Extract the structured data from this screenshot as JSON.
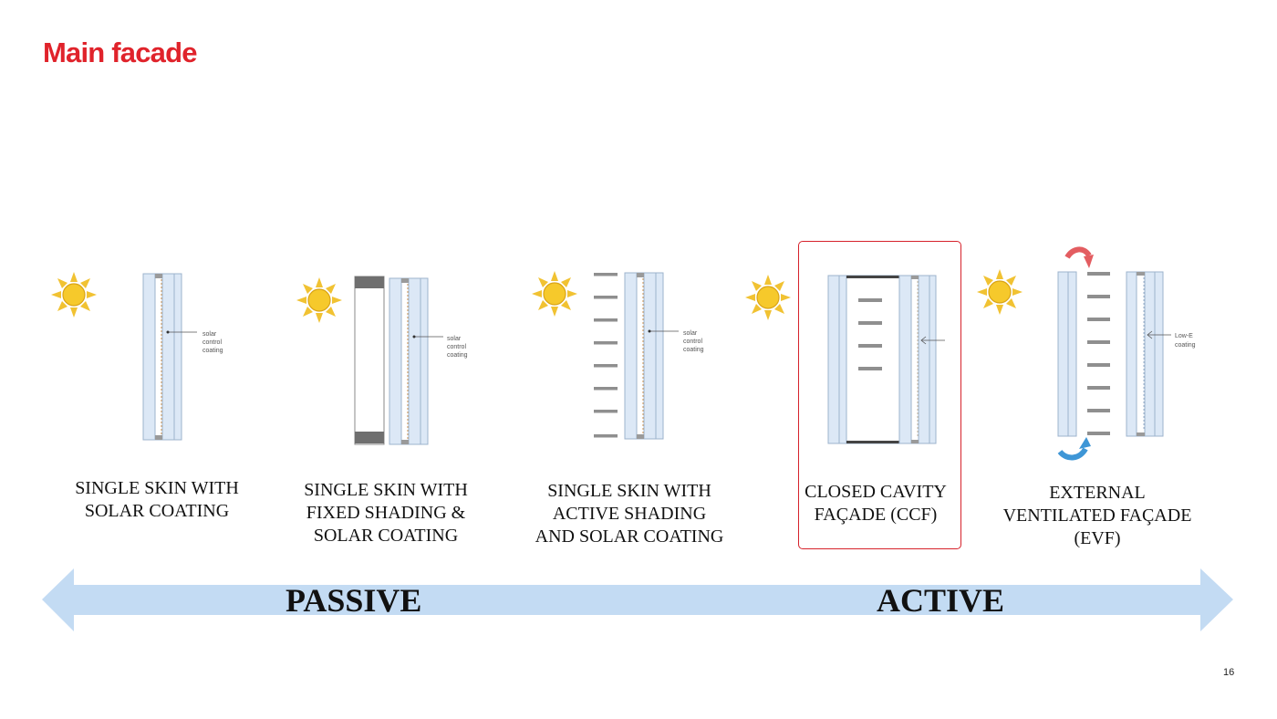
{
  "page": {
    "title": "Main facade",
    "page_number": "16"
  },
  "colors": {
    "title": "#e0232b",
    "highlight": "#d6222b",
    "arrow": "#c3dbf3",
    "glass": "#dce8f6",
    "sun": "#f6c92b"
  },
  "diagrams": [
    {
      "caption": "SINGLE SKIN WITH\nSOLAR COATING",
      "annotation": [
        "solar",
        "control",
        "coating"
      ]
    },
    {
      "caption": "SINGLE SKIN WITH\nFIXED SHADING &\nSOLAR COATING",
      "annotation": [
        "solar",
        "control",
        "coating"
      ]
    },
    {
      "caption": "SINGLE SKIN WITH\nACTIVE SHADING\nAND SOLAR COATING",
      "annotation": [
        "solar",
        "control",
        "coating"
      ]
    },
    {
      "caption": "CLOSED CAVITY\nFAÇADE (CCF)",
      "annotation": []
    },
    {
      "caption": "EXTERNAL\nVENTILATED FAÇADE\n(EVF)",
      "annotation": [
        "Low-E",
        "coating"
      ]
    }
  ],
  "arrow": {
    "left_label": "PASSIVE",
    "right_label": "ACTIVE"
  }
}
